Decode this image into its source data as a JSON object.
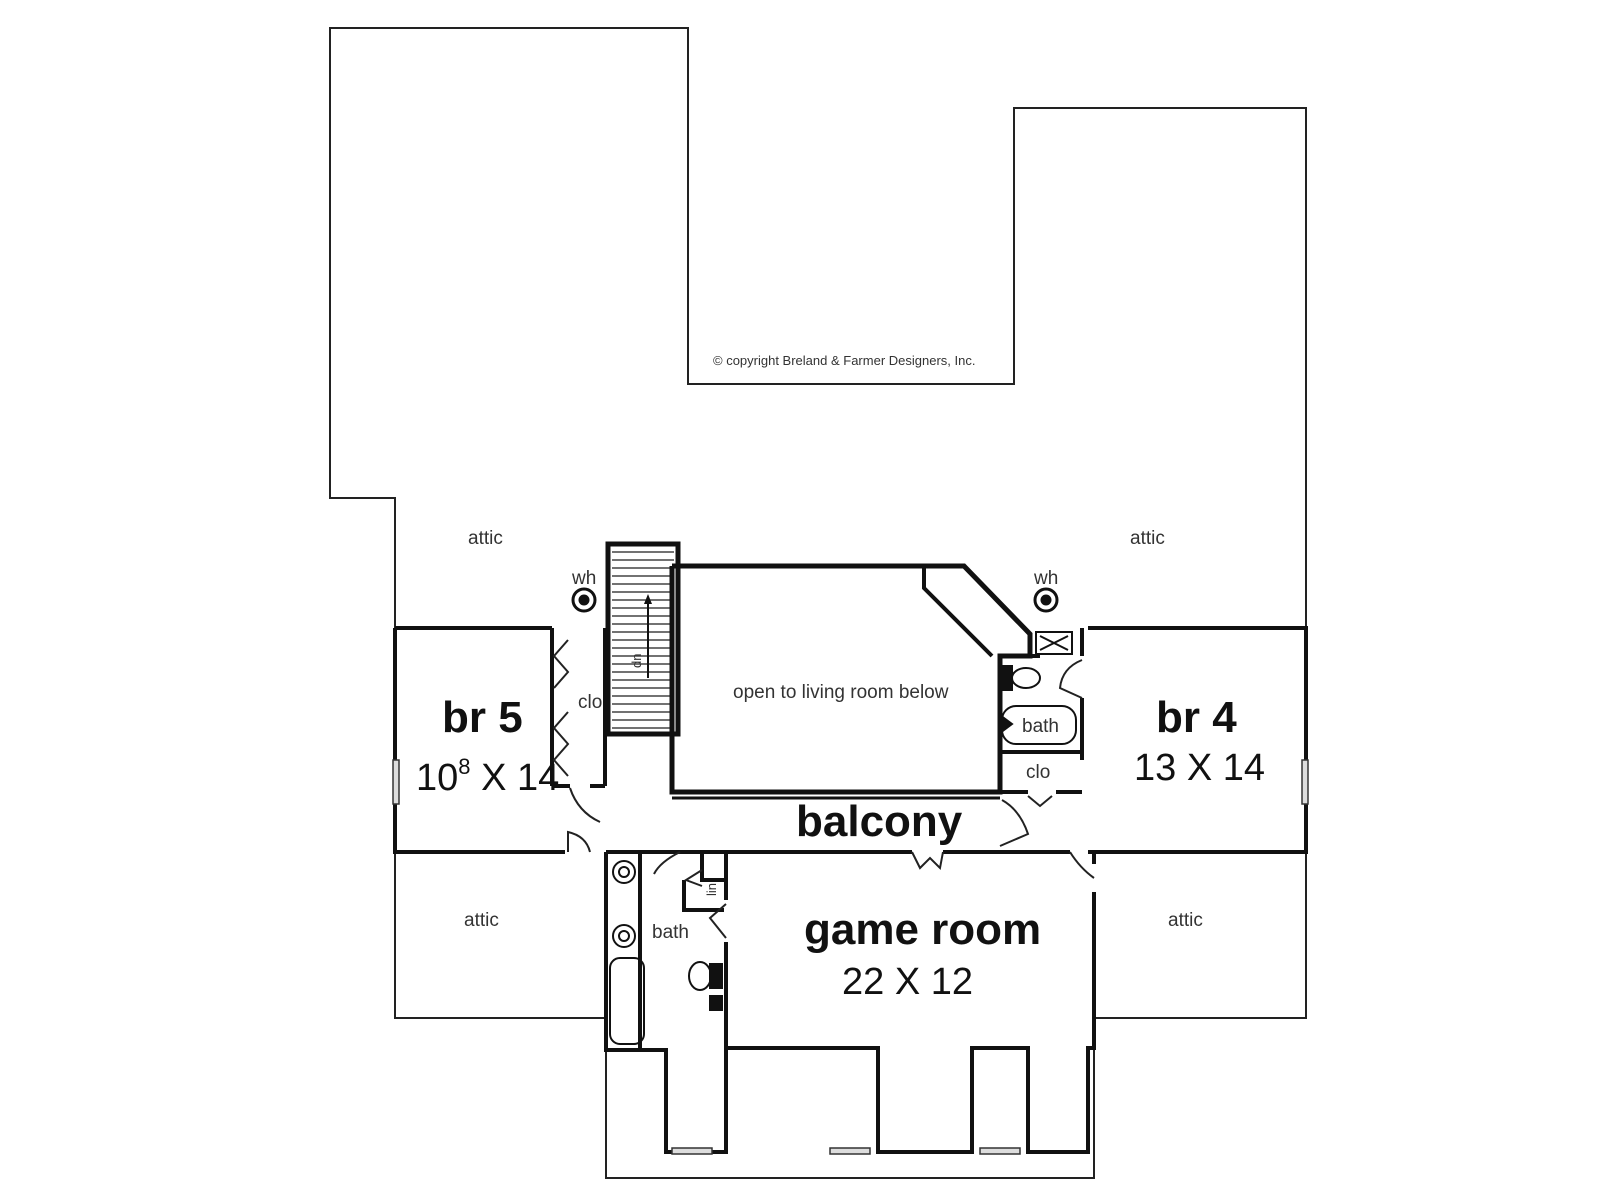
{
  "copyright": "© copyright Breland & Farmer Designers, Inc.",
  "rooms": {
    "br5": {
      "name": "br 5",
      "dim_pre": "10",
      "dim_sup": "8",
      "dim_post": " X 14"
    },
    "br4": {
      "name": "br 4",
      "dim": "13 X 14"
    },
    "game_room": {
      "name": "game room",
      "dim": "22 X 12"
    },
    "balcony": {
      "name": "balcony"
    },
    "open_to_below": {
      "name": "open to living room below"
    }
  },
  "labels": {
    "attic": "attic",
    "wh": "wh",
    "clo": "clo",
    "bath": "bath",
    "dn": "dn",
    "lin": "lin"
  }
}
